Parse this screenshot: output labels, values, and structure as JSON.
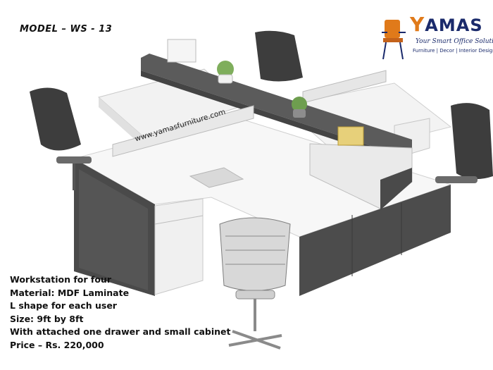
{
  "header": {
    "model": "MODEL – WS - 13"
  },
  "logo": {
    "brand_first": "Y",
    "brand_rest": "AMAS",
    "tagline": "Your Smart Office Solution",
    "subline": "Furniture | Decor | Interior Design",
    "colors": {
      "navy": "#1a2a6b",
      "orange": "#e07a1a"
    }
  },
  "product": {
    "website": "www.yamasfurniture.com"
  },
  "specs": [
    "Workstation for four",
    "Material: MDF Laminate",
    "L shape for each user",
    "Size: 9ft by 8ft",
    "With attached one drawer and small cabinet",
    "Price – Rs. 220,000"
  ]
}
